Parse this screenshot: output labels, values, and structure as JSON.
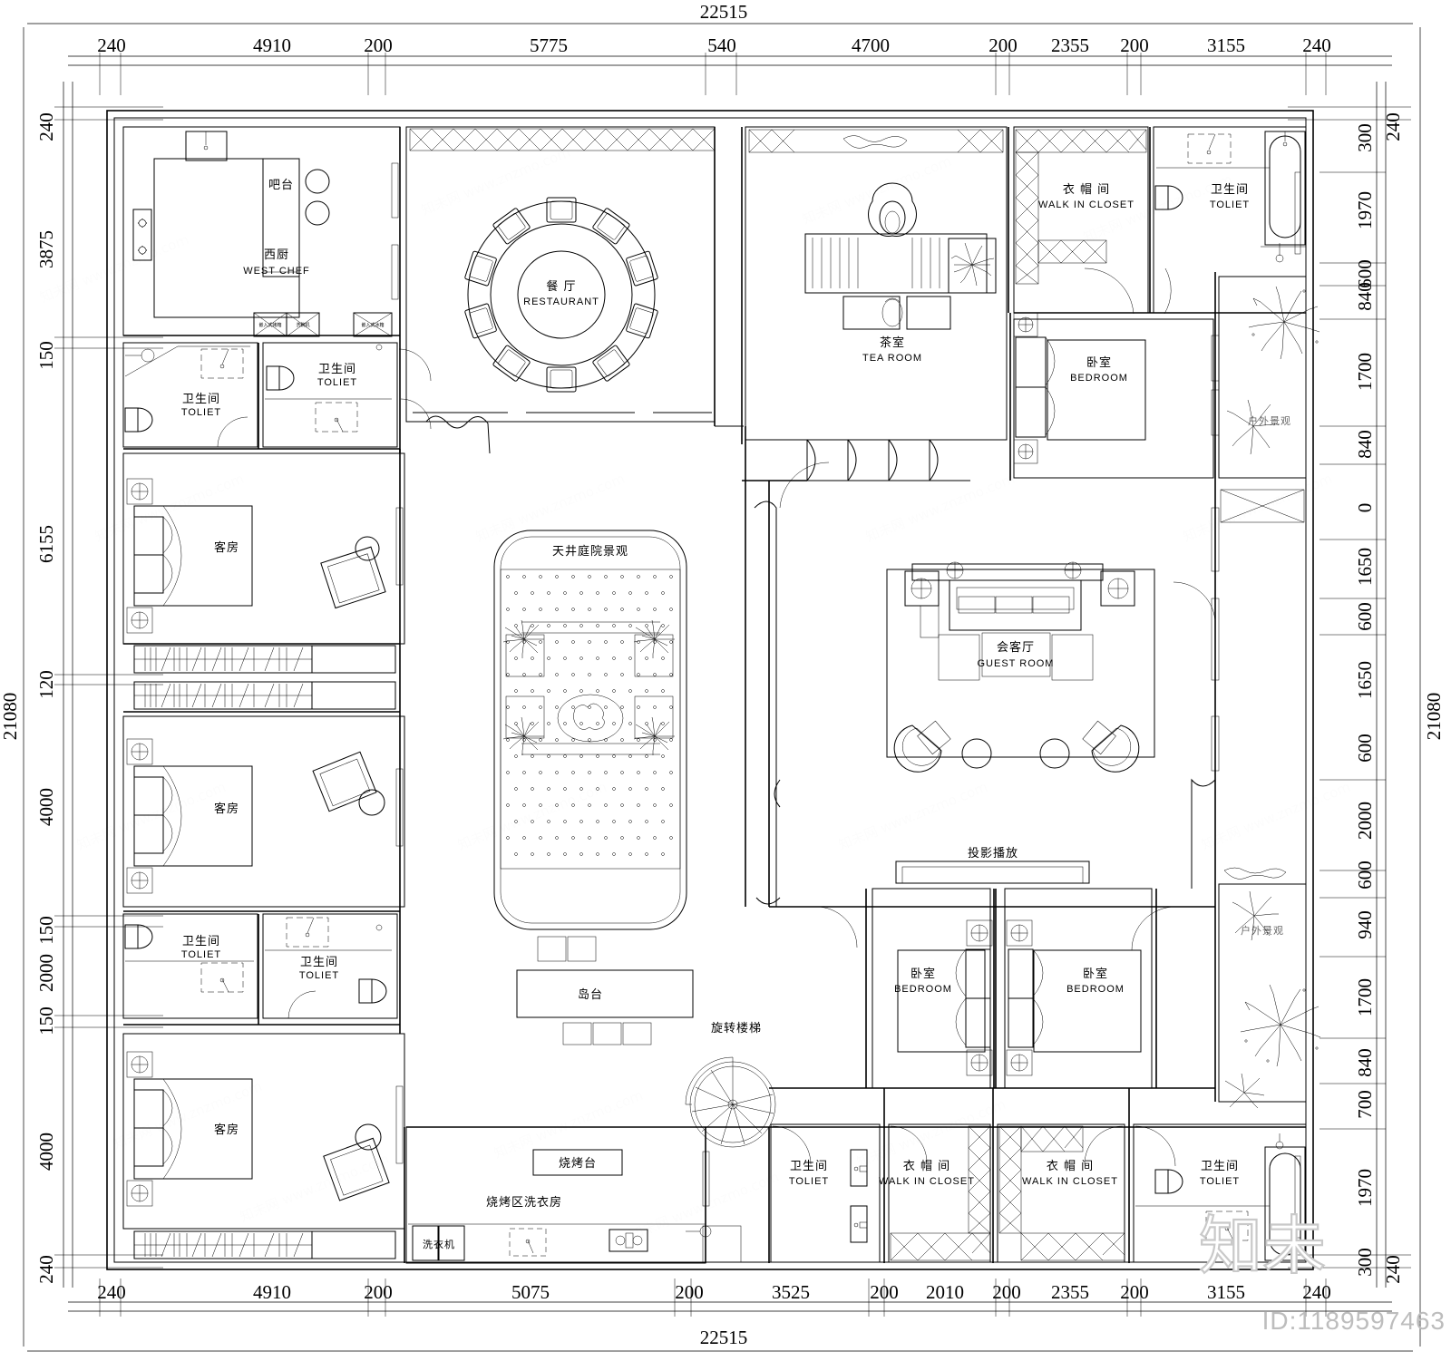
{
  "drawing": {
    "title_overall_top": "22515",
    "title_overall_bottom": "22515",
    "overall_left": "21080",
    "overall_right": "21080",
    "id_label": "ID:1189597463",
    "watermark_cn": "知未",
    "watermark_url": "知未网  www.znzmo.com"
  },
  "dimensions": {
    "top": [
      "240",
      "4910",
      "200",
      "5775",
      "540",
      "4700",
      "200",
      "2355",
      "200",
      "3155",
      "240"
    ],
    "bottom": [
      "240",
      "4910",
      "200",
      "5075",
      "200",
      "3525",
      "200",
      "2010",
      "200",
      "2355",
      "200",
      "3155",
      "240"
    ],
    "left": [
      "240",
      "3875",
      "150",
      "6155",
      "120",
      "4000",
      "150",
      "2000",
      "150",
      "4000",
      "240"
    ],
    "right_upper": [
      "240",
      "300",
      "1970",
      "600",
      "840",
      "1700",
      "840",
      "0",
      "1650",
      "600",
      "1650"
    ],
    "right_lower": [
      "600",
      "2000",
      "600",
      "940",
      "1700",
      "840",
      "700",
      "1970",
      "300",
      "240"
    ]
  },
  "rooms": [
    {
      "id": "west-chef",
      "cn": "西厨",
      "en": "WEST CHEF"
    },
    {
      "id": "bar-counter",
      "cn": "吧台",
      "en": ""
    },
    {
      "id": "restaurant",
      "cn": "餐 厅",
      "en": "RESTAURANT"
    },
    {
      "id": "tea-room",
      "cn": "茶室",
      "en": "TEA ROOM"
    },
    {
      "id": "closet-tr",
      "cn": "衣 帽 间",
      "en": "WALK IN CLOSET"
    },
    {
      "id": "toilet-tr",
      "cn": "卫生间",
      "en": "TOLIET"
    },
    {
      "id": "bedroom-tr",
      "cn": "卧室",
      "en": "BEDROOM"
    },
    {
      "id": "toilet-l1",
      "cn": "卫生间",
      "en": "TOLIET"
    },
    {
      "id": "toilet-l2",
      "cn": "卫生间",
      "en": "TOLIET"
    },
    {
      "id": "guestroom-1",
      "cn": "客房",
      "en": ""
    },
    {
      "id": "guestroom-2",
      "cn": "客房",
      "en": ""
    },
    {
      "id": "guestroom-3",
      "cn": "客房",
      "en": ""
    },
    {
      "id": "toilet-l3",
      "cn": "卫生间",
      "en": "TOLIET"
    },
    {
      "id": "toilet-l4",
      "cn": "卫生间",
      "en": "TOLIET"
    },
    {
      "id": "courtyard",
      "cn": "天井庭院景观",
      "en": ""
    },
    {
      "id": "island",
      "cn": "岛台",
      "en": ""
    },
    {
      "id": "spiral-stair",
      "cn": "旋转楼梯",
      "en": ""
    },
    {
      "id": "guest-hall",
      "cn": "会客厅",
      "en": "GUEST ROOM"
    },
    {
      "id": "projector",
      "cn": "投影播放",
      "en": ""
    },
    {
      "id": "bedroom-b1",
      "cn": "卧室",
      "en": "BEDROOM"
    },
    {
      "id": "bedroom-b2",
      "cn": "卧室",
      "en": "BEDROOM"
    },
    {
      "id": "closet-b1",
      "cn": "衣 帽 间",
      "en": "WALK IN CLOSET"
    },
    {
      "id": "closet-b2",
      "cn": "衣 帽 间",
      "en": "WALK IN CLOSET"
    },
    {
      "id": "toilet-b1",
      "cn": "卫生间",
      "en": "TOLIET"
    },
    {
      "id": "toilet-b2",
      "cn": "卫生间",
      "en": "TOLIET"
    },
    {
      "id": "bbq-laundry",
      "cn": "烧烤区洗衣房",
      "en": ""
    },
    {
      "id": "bbq-table",
      "cn": "烧烤台",
      "en": ""
    },
    {
      "id": "washer",
      "cn": "洗衣机",
      "en": ""
    },
    {
      "id": "outdoor-1",
      "cn": "户外景观",
      "en": ""
    },
    {
      "id": "outdoor-2",
      "cn": "户外景观",
      "en": ""
    }
  ],
  "labels": {
    "west_chef_cn": "西厨",
    "west_chef_en": "WEST CHEF",
    "bar_counter": "吧台",
    "restaurant_cn": "餐 厅",
    "restaurant_en": "RESTAURANT",
    "tea_room_cn": "茶室",
    "tea_room_en": "TEA ROOM",
    "walk_in_closet_cn": "衣 帽 间",
    "walk_in_closet_en": "WALK IN CLOSET",
    "toilet_cn": "卫生间",
    "toilet_en": "TOLIET",
    "bedroom_cn": "卧室",
    "bedroom_en": "BEDROOM",
    "guest_cn": "客房",
    "courtyard": "天井庭院景观",
    "island": "岛台",
    "spiral_stair": "旋转楼梯",
    "guest_hall_cn": "会客厅",
    "guest_hall_en": "GUEST ROOM",
    "projector": "投影播放",
    "bbq_laundry": "烧烤区洗衣房",
    "bbq_table": "烧烤台",
    "washer": "洗衣机",
    "outdoor": "户外景观",
    "appliance_1": "嵌入式烤箱",
    "appliance_2": "洗碗机",
    "appliance_3": "嵌入式冰箱"
  },
  "colors": {
    "line": "#000000",
    "paper": "#ffffff",
    "watermark": "#c9c9c9",
    "id_text": "#bdbdbd"
  }
}
